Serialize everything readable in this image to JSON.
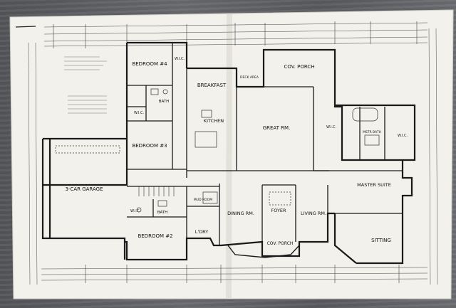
{
  "rooms": {
    "bedroom4": "BEDROOM #4",
    "breakfast": "BREAKFAST",
    "kitchen": "KITCHEN",
    "great_rm": "GREAT RM.",
    "cov_porch_rear": "COV. PORCH",
    "deck": "DECK AREA",
    "bedroom3": "BEDROOM #3",
    "bath_upper": "BATH",
    "bath_lower": "BATH",
    "garage": "3-CAR GARAGE",
    "bedroom2": "BEDROOM #2",
    "ldry": "L'DRY",
    "dining": "DINING RM.",
    "foyer": "FOYER",
    "living": "LIVING RM.",
    "cov_porch_front": "COV. PORCH",
    "master_suite": "MASTER SUITE",
    "master_bath": "MSTR BATH",
    "sitting": "SITTING",
    "wic_a": "W.I.C.",
    "wic_b": "W.I.C.",
    "wic_c": "W.I.C.",
    "wic_d": "W.I.C.",
    "wic_e": "W.I.C.",
    "mud_room": "MUD ROOM"
  },
  "colors": {
    "paper": "#f2f1ec",
    "line": "#1a1a1a"
  }
}
